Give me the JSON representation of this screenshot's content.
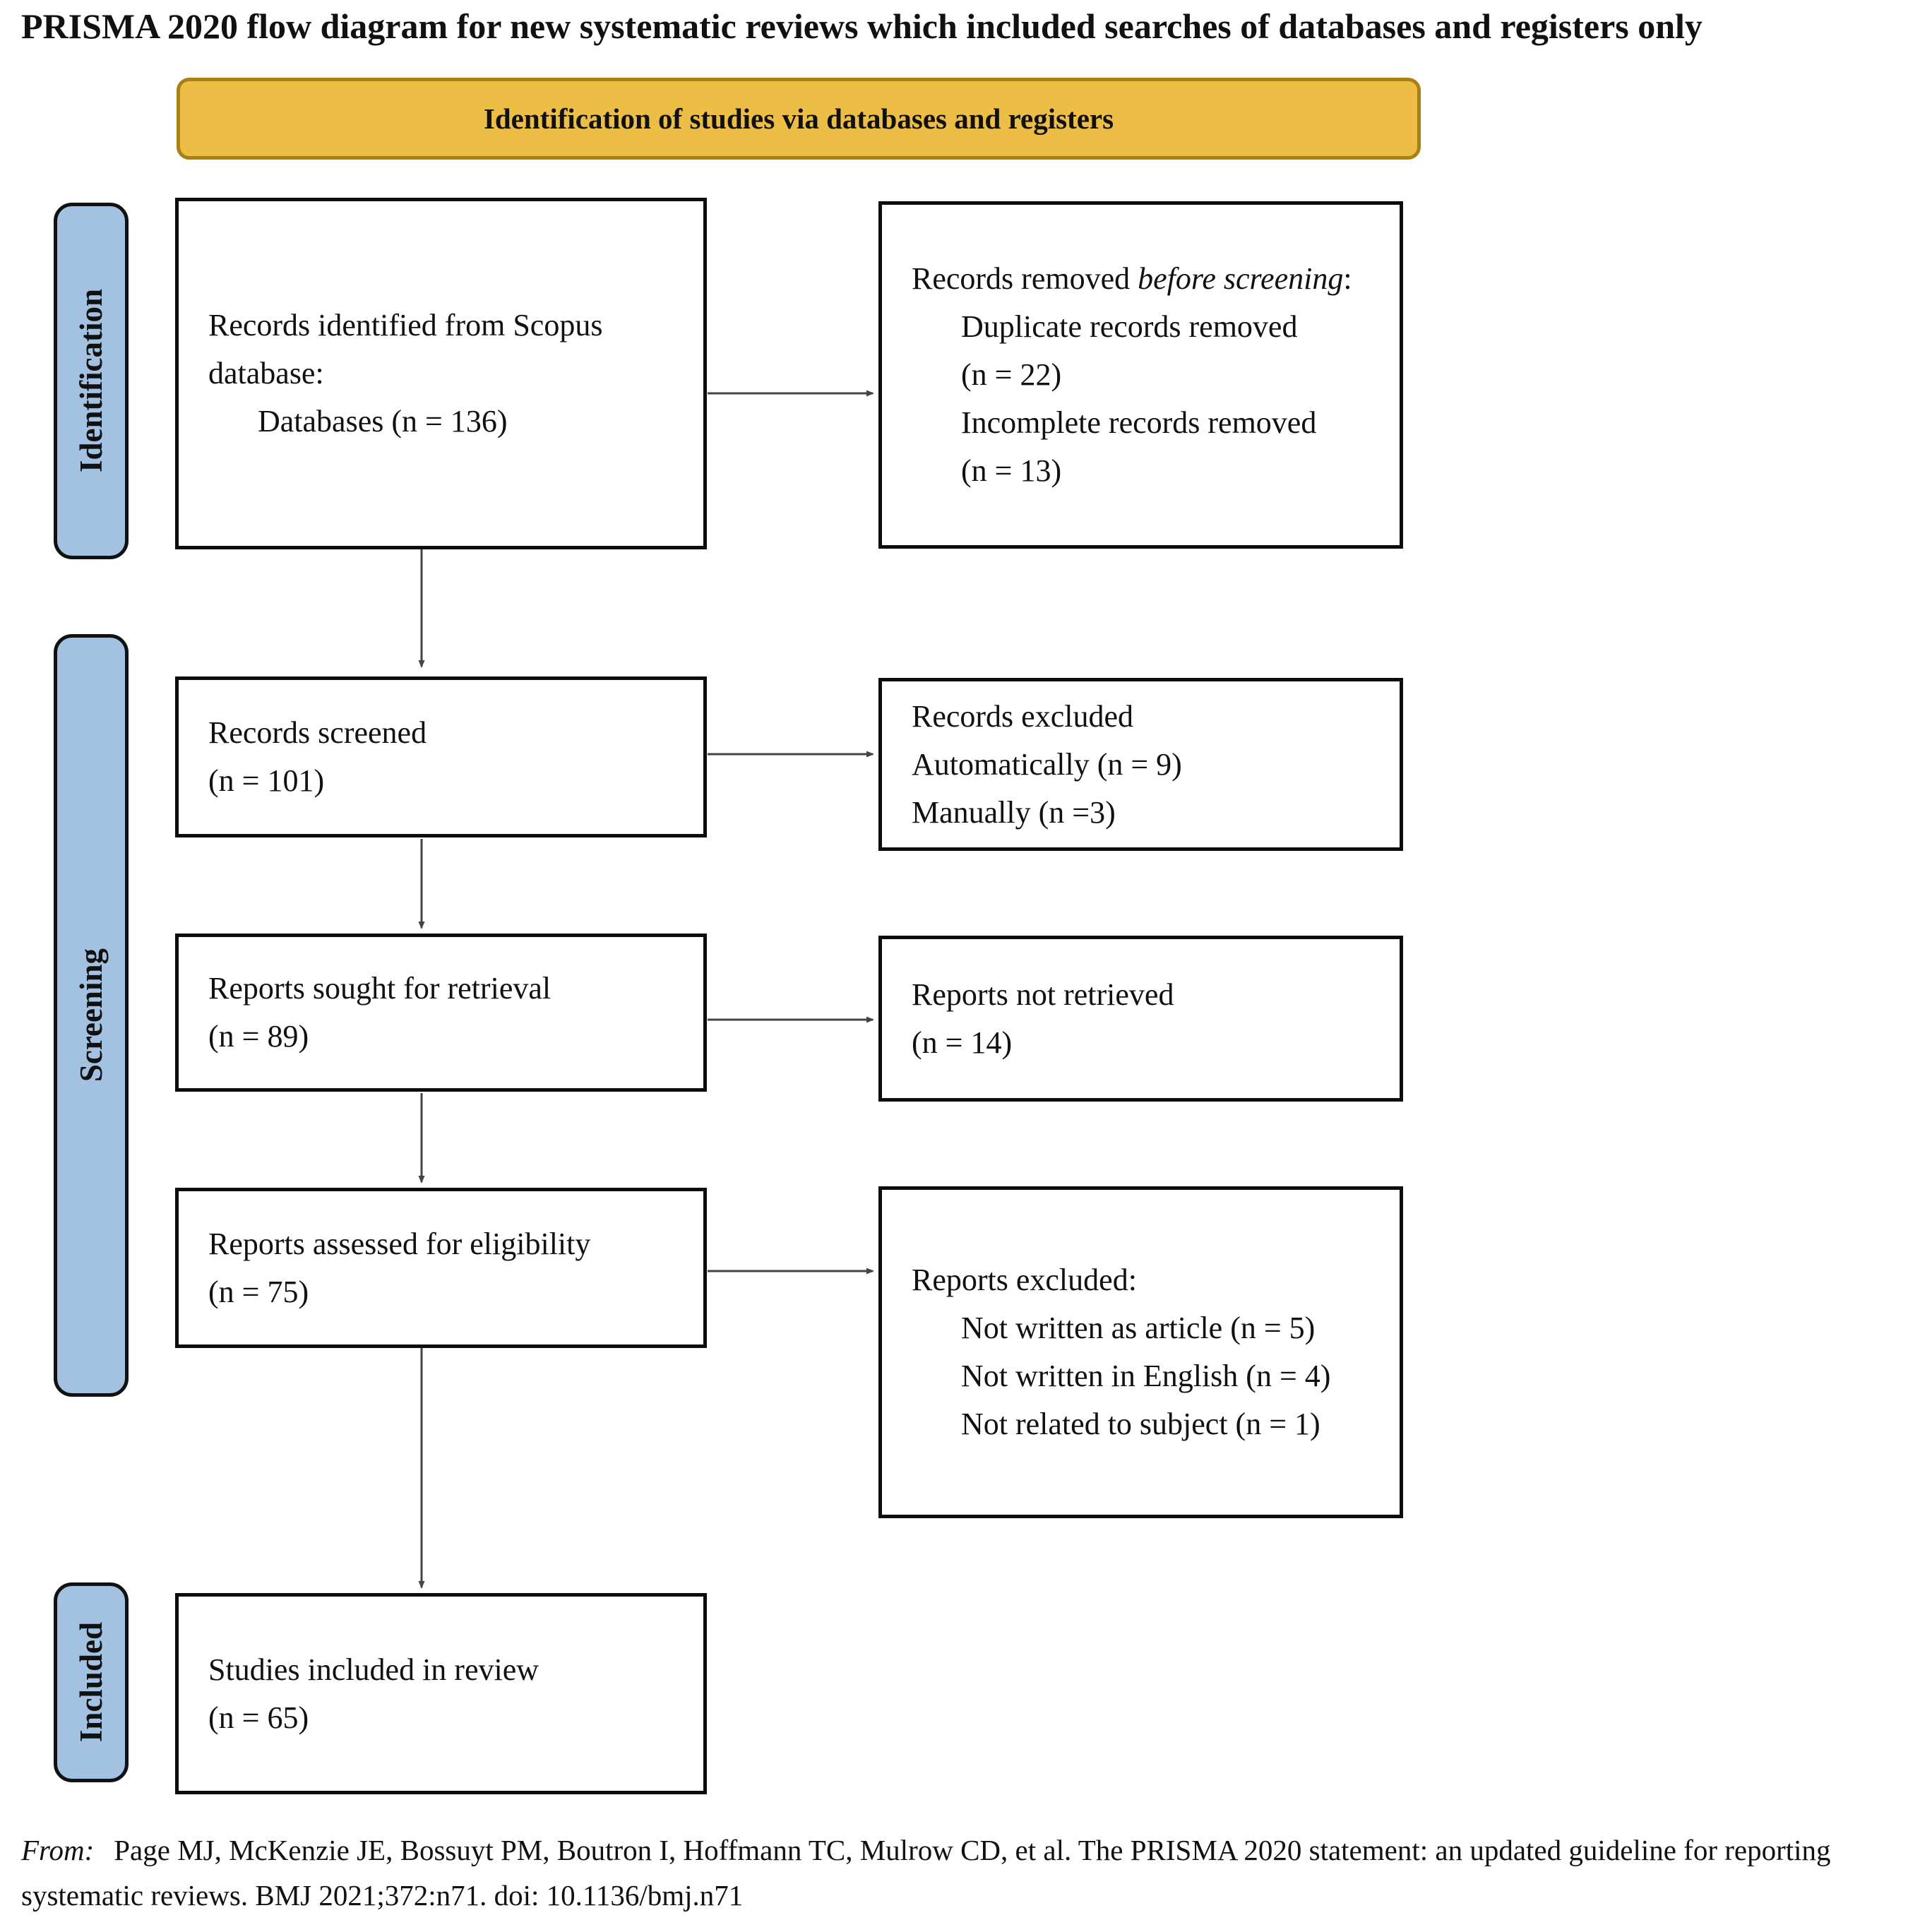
{
  "title": "PRISMA 2020 flow diagram for new systematic reviews which included searches of databases and registers only",
  "banner": {
    "label": "Identification of studies via databases and registers"
  },
  "rails": {
    "identification": "Identification",
    "screening": "Screening",
    "included": "Included"
  },
  "flow": {
    "identified": {
      "l1": "Records identified from Scopus",
      "l2": "database:",
      "l3": "Databases (n = 136)"
    },
    "removed": {
      "t1": "Records removed ",
      "t2": "before screening",
      "t3": ":",
      "l1": "Duplicate records removed",
      "l2": "(n = 22)",
      "l3": "Incomplete records removed",
      "l4": "(n = 13)"
    },
    "screened": {
      "l1": "Records screened",
      "l2": "(n = 101)"
    },
    "excluded_screen": {
      "l1": "Records excluded",
      "l2": "Automatically (n = 9)",
      "l3": "Manually (n =3)"
    },
    "sought": {
      "l1": "Reports sought for retrieval",
      "l2": "(n = 89)"
    },
    "not_retrieved": {
      "l1": "Reports not retrieved",
      "l2": "(n = 14)"
    },
    "assessed": {
      "l1": "Reports assessed for eligibility",
      "l2": "(n = 75)"
    },
    "reports_excluded": {
      "l1": "Reports excluded:",
      "l2": "Not written as article (n = 5)",
      "l3": "Not written in English (n = 4)",
      "l4": "Not related to subject (n = 1)"
    },
    "included_box": {
      "l1": "Studies included in review",
      "l2": "(n = 65)"
    }
  },
  "footer": {
    "prefix": "From:",
    "text": "Page MJ, McKenzie JE, Bossuyt PM, Boutron I, Hoffmann TC, Mulrow CD, et al. The PRISMA 2020 statement: an updated guideline for reporting systematic reviews. BMJ 2021;372:n71. doi: 10.1136/bmj.n71"
  },
  "colors": {
    "banner_fill": "#edbe45",
    "banner_border": "#a98016",
    "rail_fill": "#a3c1e0",
    "box_border": "#0c0c0c",
    "arrow": "#444444"
  }
}
